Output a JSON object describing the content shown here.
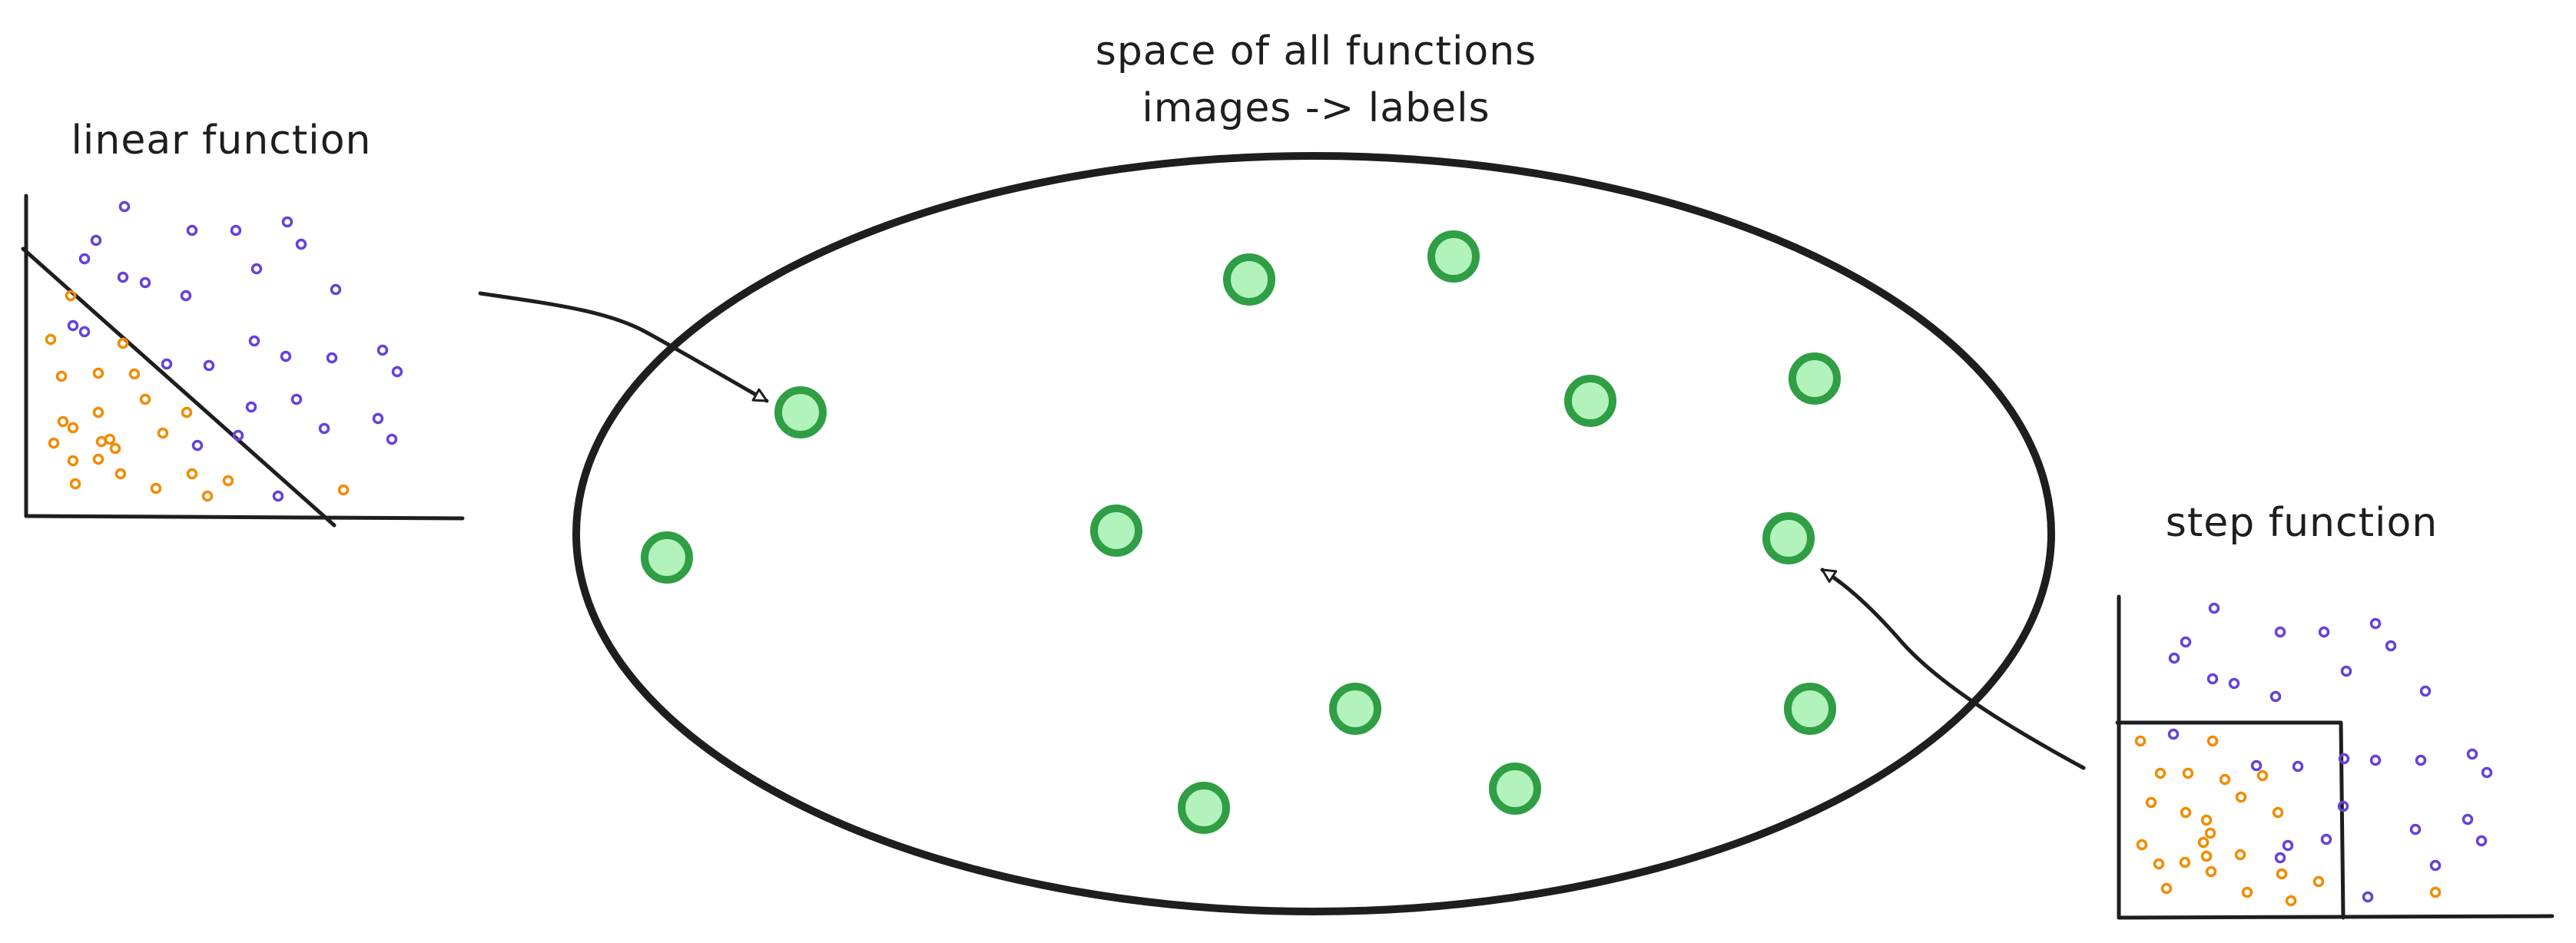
{
  "title": {
    "line1": "space of all functions",
    "line2": "images -> labels"
  },
  "left_panel": {
    "label": "linear function"
  },
  "right_panel": {
    "label": "step function"
  },
  "colors": {
    "stroke": "#1e1e1e",
    "node_fill": "#b2f2bb",
    "node_stroke": "#2f9e44",
    "class_a": "#f08c00",
    "class_b": "#6741d9"
  },
  "function_nodes": {
    "count": 12
  }
}
